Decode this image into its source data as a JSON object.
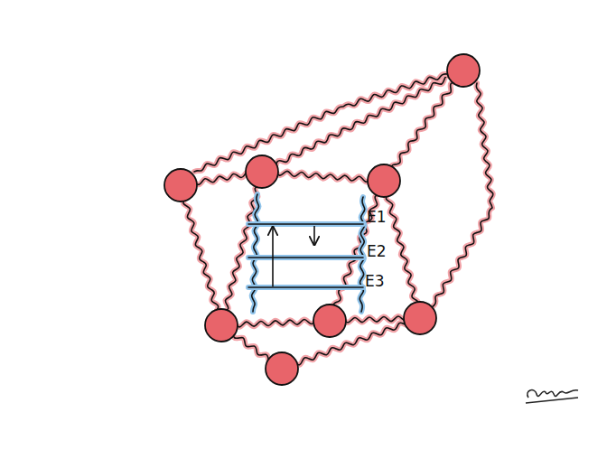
{
  "diagram": {
    "labels": [
      "E1",
      "E2",
      "E3"
    ]
  }
}
